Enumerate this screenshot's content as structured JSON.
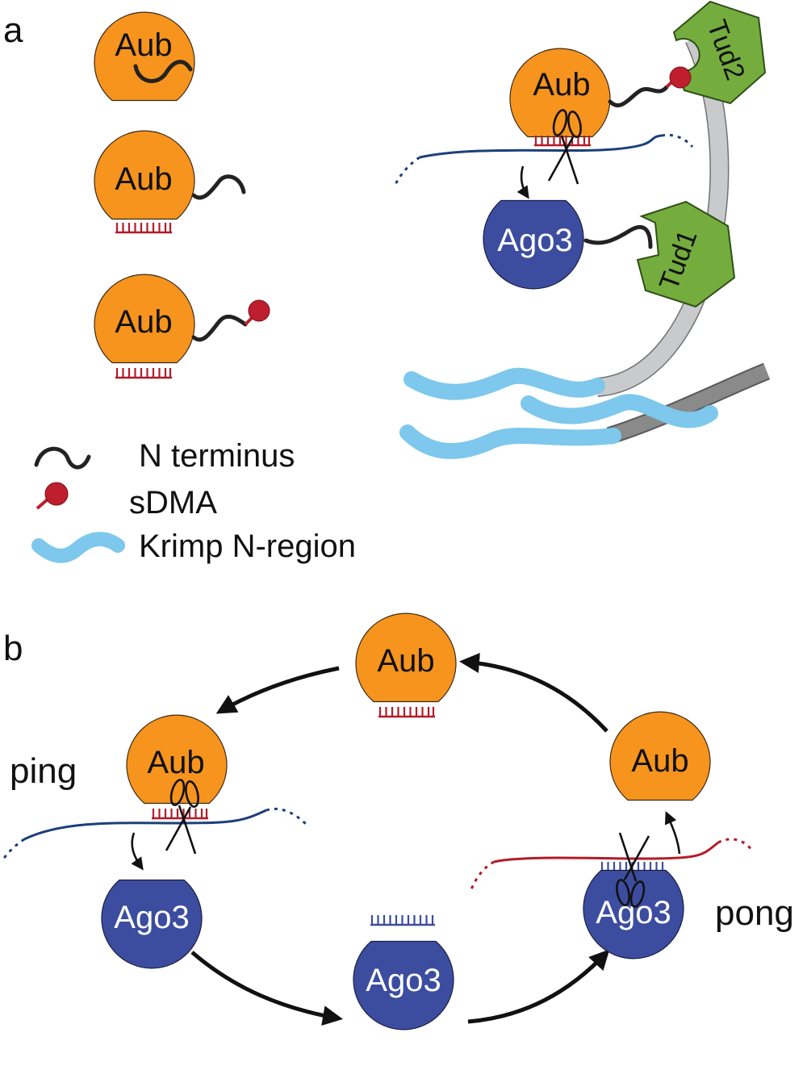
{
  "panel_a": {
    "letter": "a",
    "aub_label": "Aub",
    "ago3_label": "Ago3",
    "tud1_label": "Tud1",
    "tud2_label": "Tud2"
  },
  "legend": {
    "n_terminus": "N terminus",
    "sdma": "sDMA",
    "krimp": "Krimp N-region"
  },
  "panel_b": {
    "letter": "b",
    "aub_label": "Aub",
    "ago3_label": "Ago3",
    "ping": "ping",
    "pong": "pong"
  },
  "colors": {
    "aub": "#f7941d",
    "ago3": "#3c4da0",
    "tudor": "#74ad3e",
    "krimp": "#7dc8ec",
    "sdma": "#be1e2d",
    "rna_blue": "#1c3f7a",
    "rna_red": "#b31b28",
    "scaffold": "#c8cacb"
  }
}
